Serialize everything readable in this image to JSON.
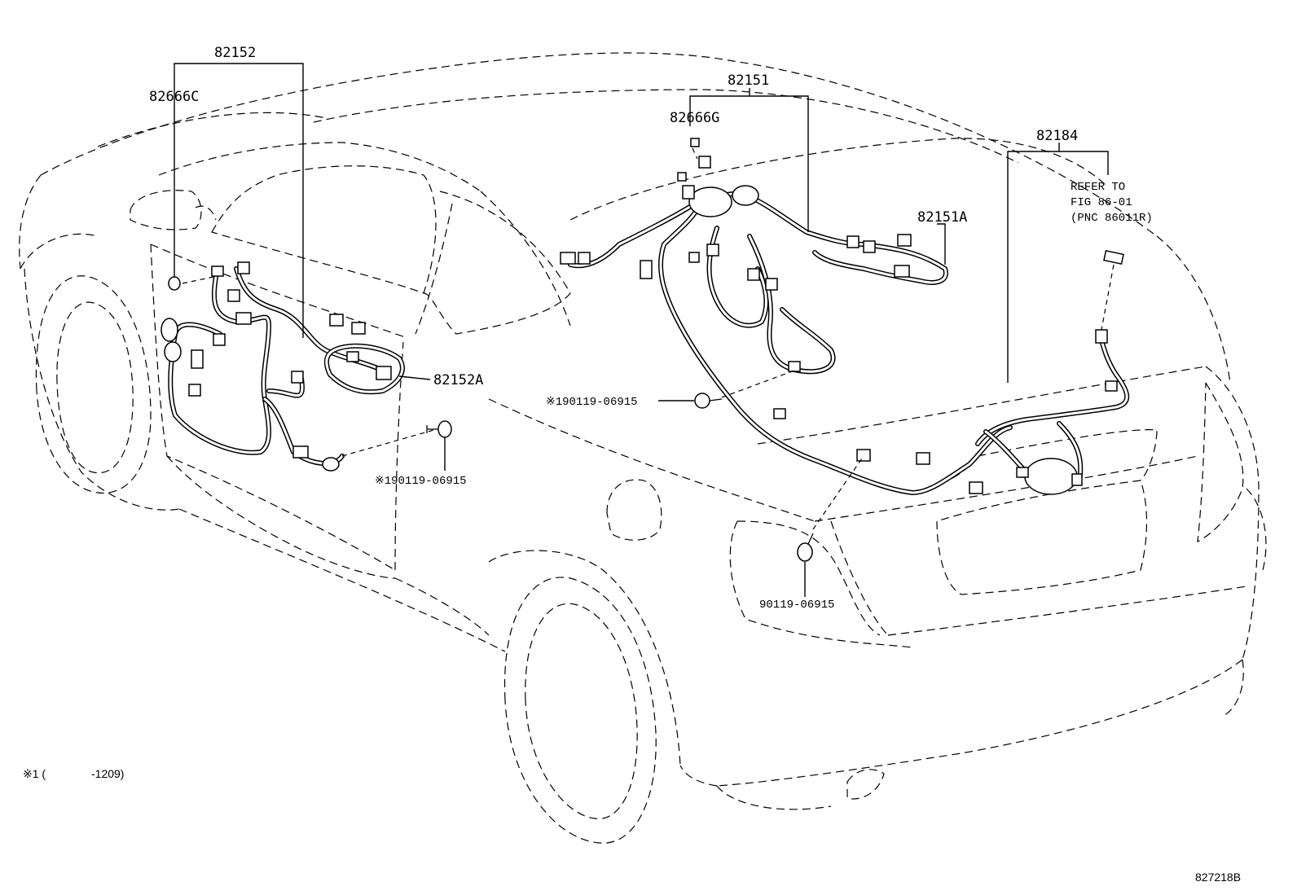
{
  "labels": {
    "p82152": "82152",
    "p82666C": "82666C",
    "p82151": "82151",
    "p82666G": "82666G",
    "p82184": "82184",
    "refer_line1": "REFER TO",
    "refer_line2": "FIG 86-01",
    "refer_line3": "(PNC 86011R)",
    "p82151A": "82151A",
    "p82152A": "82152A",
    "bolt_a": "※190119-06915",
    "bolt_b": "※190119-06915",
    "bolt_c": "90119-06915",
    "footnote_mark": "※1 (",
    "footnote_range": "-1209)",
    "figure_id": "827218B"
  }
}
